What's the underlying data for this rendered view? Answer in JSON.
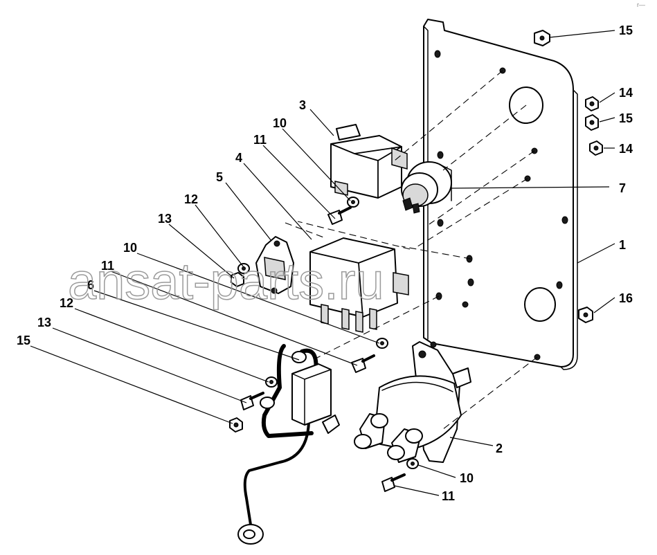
{
  "diagram": {
    "watermark": "ansat-parts.ru",
    "corner_mark": "r—",
    "callouts": [
      {
        "id": "c1",
        "label": "1"
      },
      {
        "id": "c2",
        "label": "2"
      },
      {
        "id": "c3",
        "label": "3"
      },
      {
        "id": "c4",
        "label": "4"
      },
      {
        "id": "c5",
        "label": "5"
      },
      {
        "id": "c6",
        "label": "6"
      },
      {
        "id": "c7",
        "label": "7"
      },
      {
        "id": "c10a",
        "label": "10"
      },
      {
        "id": "c10b",
        "label": "10"
      },
      {
        "id": "c10c",
        "label": "10"
      },
      {
        "id": "c11a",
        "label": "11"
      },
      {
        "id": "c11b",
        "label": "11"
      },
      {
        "id": "c11c",
        "label": "11"
      },
      {
        "id": "c12a",
        "label": "12"
      },
      {
        "id": "c12b",
        "label": "12"
      },
      {
        "id": "c13a",
        "label": "13"
      },
      {
        "id": "c13b",
        "label": "13"
      },
      {
        "id": "c14a",
        "label": "14"
      },
      {
        "id": "c14b",
        "label": "14"
      },
      {
        "id": "c15a",
        "label": "15"
      },
      {
        "id": "c15b",
        "label": "15"
      },
      {
        "id": "c15c",
        "label": "15"
      },
      {
        "id": "c16",
        "label": "16"
      }
    ]
  }
}
